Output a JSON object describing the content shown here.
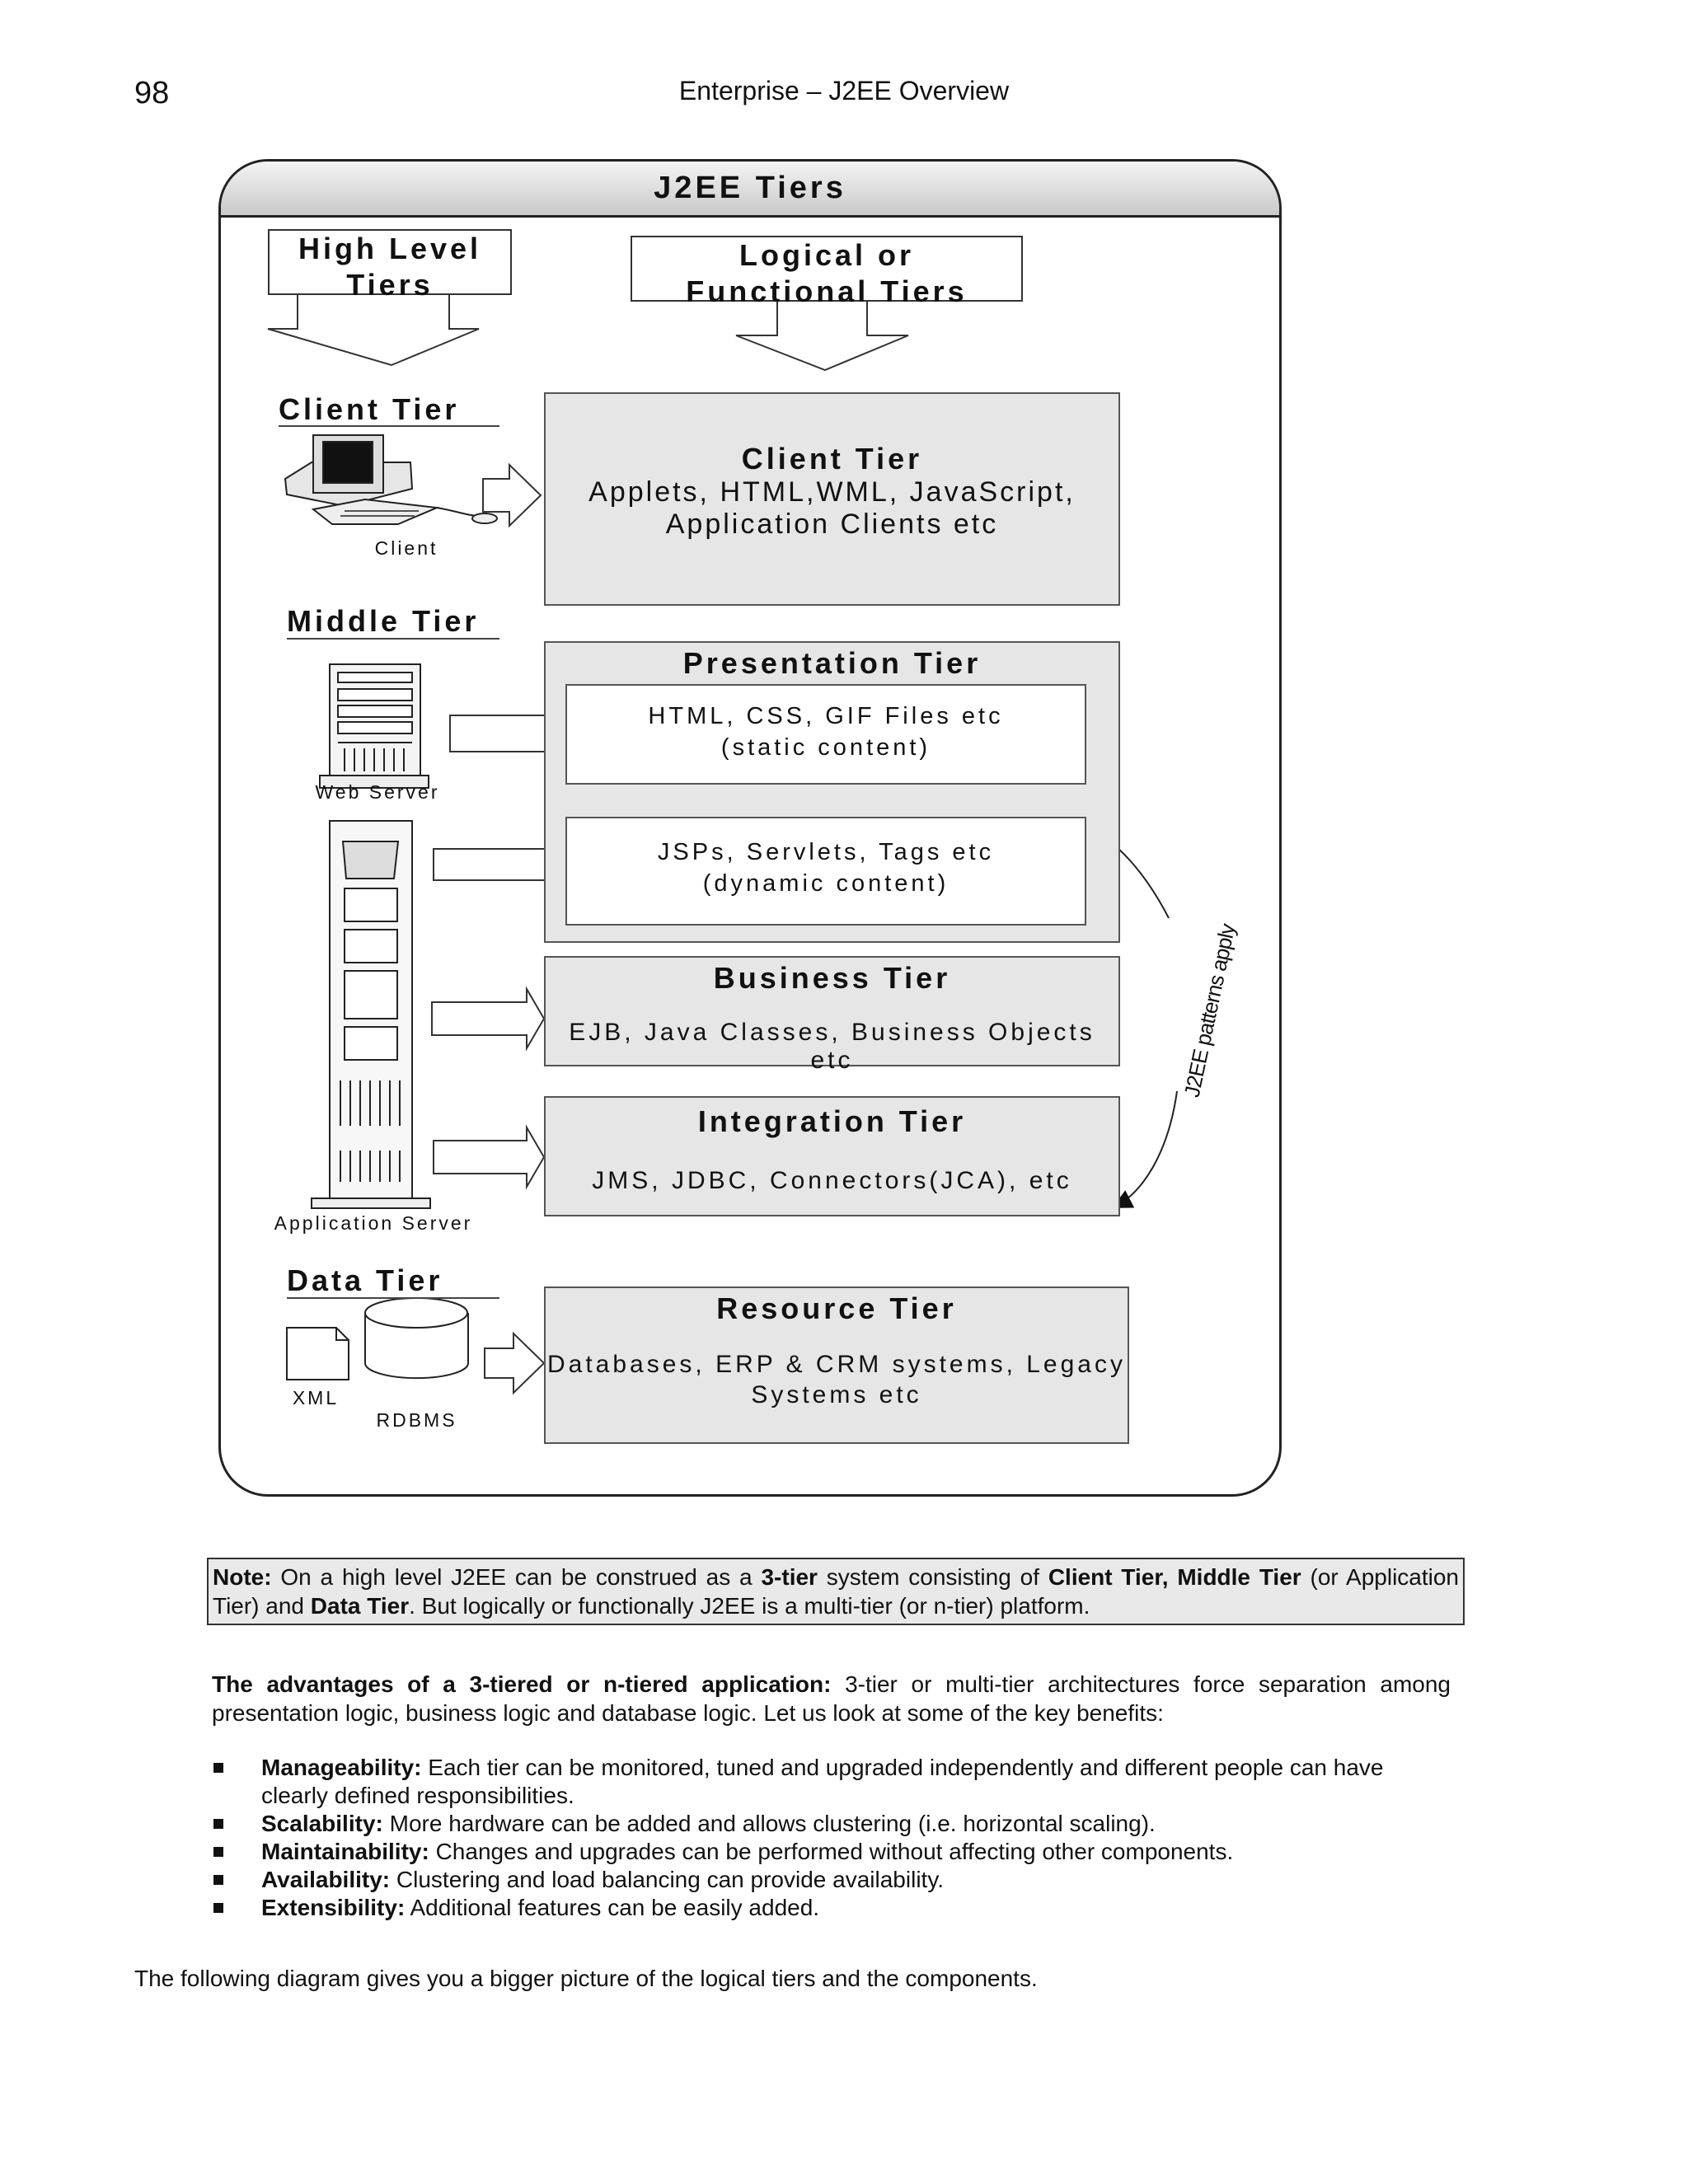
{
  "page_header": {
    "page_number": "98",
    "running_title": "Enterprise – J2EE Overview"
  },
  "diagram": {
    "title": "J2EE Tiers",
    "high_level_header": [
      "High Level",
      "Tiers"
    ],
    "logical_header": [
      "Logical or",
      "Functional Tiers"
    ],
    "client_tier": {
      "label": "Client Tier",
      "icon_caption": "Client",
      "panel_title": "Client Tier",
      "panel_desc": [
        "Applets, HTML,WML, JavaScript,",
        "Application Clients etc"
      ]
    },
    "middle_tier": {
      "label": "Middle Tier",
      "web_server_caption": "Web Server",
      "app_server_caption": "Application Server",
      "presentation": {
        "title": "Presentation Tier",
        "static_box": [
          "HTML, CSS, GIF Files etc",
          "(static content)"
        ],
        "dynamic_box": [
          "JSPs, Servlets, Tags etc",
          "(dynamic content)"
        ]
      },
      "business": {
        "title": "Business Tier",
        "desc": "EJB, Java Classes, Business Objects etc"
      },
      "integration": {
        "title": "Integration Tier",
        "desc": "JMS, JDBC, Connectors(JCA), etc"
      },
      "patterns_label": "J2EE patterns apply"
    },
    "data_tier": {
      "label": "Data Tier",
      "xml_caption": "XML",
      "rdbms_caption": "RDBMS",
      "resource": {
        "title": "Resource Tier",
        "desc": [
          "Databases, ERP & CRM systems, Legacy",
          "Systems etc"
        ]
      }
    }
  },
  "note": {
    "label": "Note:",
    "t1": " On a high level J2EE can be construed as a ",
    "b1": "3-tier",
    "t2": " system consisting of ",
    "b2": "Client Tier, Middle Tier",
    "t3": " (or Application Tier) and ",
    "b3": "Data Tier",
    "t4": ". But logically or functionally J2EE is a multi-tier (or n-tier) platform."
  },
  "advantages": {
    "lead": "The advantages of a 3-tiered or n-tiered application:",
    "text": " 3-tier or multi-tier architectures force separation among presentation logic, business logic and database logic. Let us look at some of the key benefits:"
  },
  "benefits": [
    {
      "term": "Manageability:",
      "desc": " Each tier can be monitored, tuned and upgraded independently and different people can have clearly defined responsibilities."
    },
    {
      "term": "Scalability:",
      "desc": " More hardware can be added and allows clustering (i.e. horizontal scaling)."
    },
    {
      "term": "Maintainability:",
      "desc": " Changes and upgrades can be performed without affecting other components."
    },
    {
      "term": "Availability:",
      "desc": " Clustering and load balancing can provide availability."
    },
    {
      "term": "Extensibility:",
      "desc": " Additional features can be easily added."
    }
  ],
  "closing": "The following diagram gives you a bigger picture of  the logical tiers and the components."
}
